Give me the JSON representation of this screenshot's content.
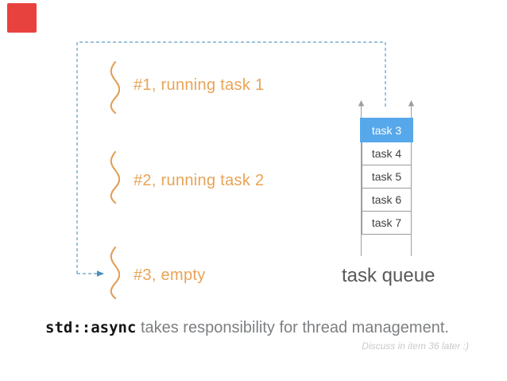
{
  "slide": {
    "title_context": "std::async thread management diagram",
    "background": "#ffffff"
  },
  "threads": {
    "items": [
      {
        "label": "#1, running task 1"
      },
      {
        "label": "#2, running task 2"
      },
      {
        "label": "#3, empty"
      }
    ],
    "color": "#e8a457"
  },
  "queue": {
    "label": "task queue",
    "cells": [
      {
        "label": "task 3",
        "highlighted": true
      },
      {
        "label": "task 4",
        "highlighted": false
      },
      {
        "label": "task 5",
        "highlighted": false
      },
      {
        "label": "task 6",
        "highlighted": false
      },
      {
        "label": "task 7",
        "highlighted": false
      }
    ],
    "highlight_color": "#57a8eb",
    "rail_color": "#9e9e9e"
  },
  "assignment_path": {
    "style": "dashed",
    "color": "#5f9ec5",
    "from": "task queue top",
    "to": "thread #3"
  },
  "caption": {
    "code": "std::async",
    "text": " takes responsibility for thread management."
  },
  "note": "Discuss in item 36 later :)",
  "colors": {
    "marker_red": "#e8423e",
    "accent_orange": "#e8a457",
    "accent_blue": "#57a8eb",
    "dashed_blue": "#5f9ec5",
    "gray_text": "#58595b"
  }
}
